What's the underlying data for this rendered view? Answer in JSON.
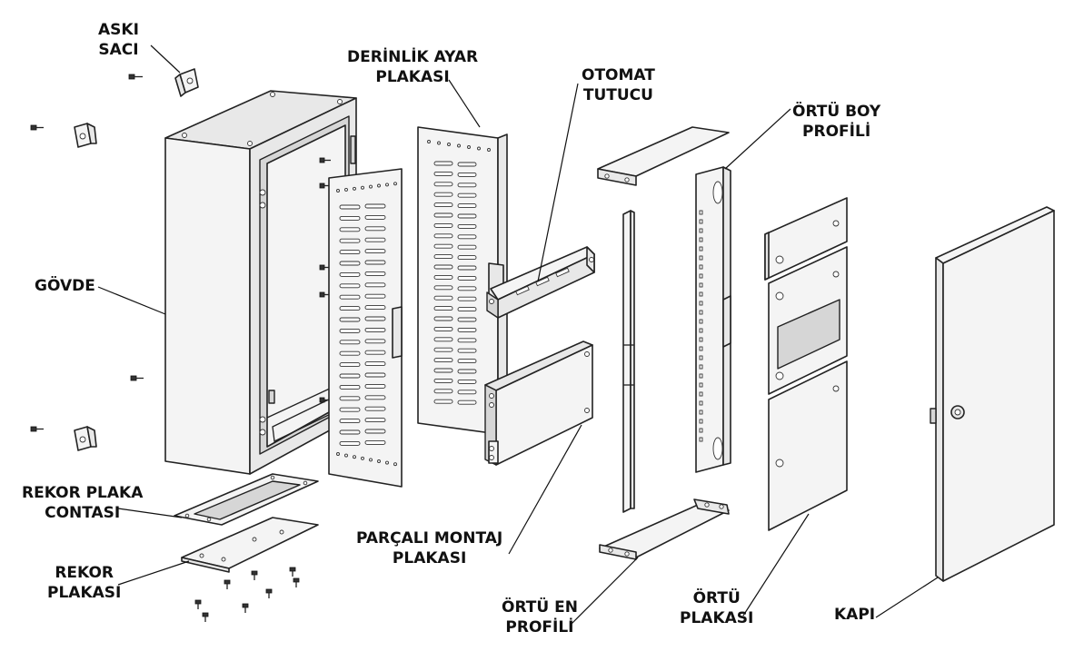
{
  "labels": {
    "aski_saci_1": "ASKI",
    "aski_saci_2": "SACI",
    "derinlik_1": "DERİNLİK AYAR",
    "derinlik_2": "PLAKASI",
    "otomat_1": "OTOMAT",
    "otomat_2": "TUTUCU",
    "ortu_boy_1": "ÖRTÜ BOY",
    "ortu_boy_2": "PROFİLİ",
    "govde": "GÖVDE",
    "rekor_conta_1": "REKOR PLAKA",
    "rekor_conta_2": "CONTASI",
    "rekor_plaka_1": "REKOR",
    "rekor_plaka_2": "PLAKASI",
    "parcali_1": "PARÇALI MONTAJ",
    "parcali_2": "PLAKASI",
    "ortu_en_1": "ÖRTÜ EN",
    "ortu_en_2": "PROFİLİ",
    "ortu_plaka_1": "ÖRTÜ",
    "ortu_plaka_2": "PLAKASI",
    "kapi": "KAPI"
  },
  "icons": [
    "hanger-bracket-icon",
    "bolt-icon",
    "lock-icon"
  ]
}
